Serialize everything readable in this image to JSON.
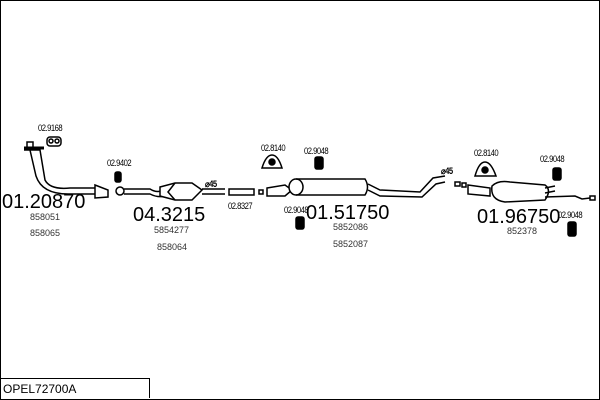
{
  "code": "OPEL72700A",
  "parts": [
    {
      "number": "01.20870",
      "oe": [
        "858051",
        "858065"
      ]
    },
    {
      "number": "04.3215",
      "oe": [
        "5854277",
        "858064"
      ]
    },
    {
      "number": "01.51750",
      "oe": [
        "5852086",
        "5852087"
      ]
    },
    {
      "number": "01.96750",
      "oe": [
        "852378"
      ]
    }
  ],
  "accessories": {
    "a1": "02.9168",
    "a2": "02.9402",
    "a3": "02.8327",
    "a4": "02.8140",
    "a5": "02.9048",
    "a6": "02.9048",
    "a7": "02.8140",
    "a8": "02.9048",
    "a9": "02.9048"
  },
  "diameters": {
    "d1": "⌀45",
    "d2": "⌀45"
  }
}
